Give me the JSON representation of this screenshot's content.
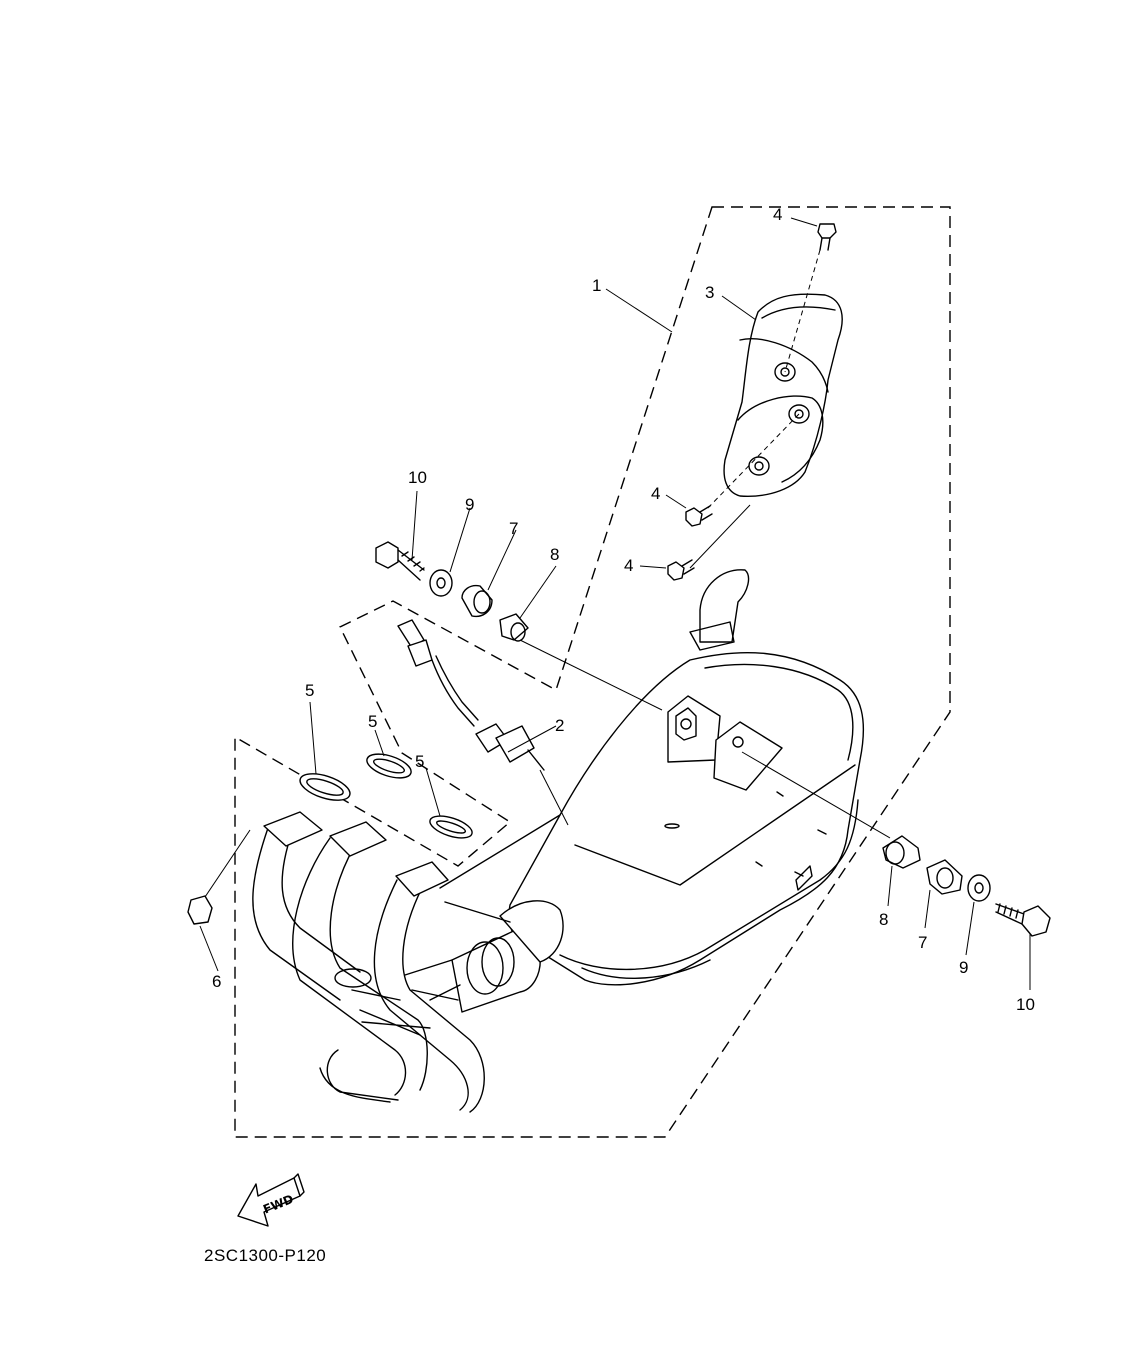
{
  "callouts": {
    "c1": "1",
    "c2": "2",
    "c3": "3",
    "c4a": "4",
    "c4b": "4",
    "c4c": "4",
    "c5a": "5",
    "c5b": "5",
    "c5c": "5",
    "c6": "6",
    "c7a": "7",
    "c7b": "7",
    "c8a": "8",
    "c8b": "8",
    "c9a": "9",
    "c9b": "9",
    "c10a": "10",
    "c10b": "10"
  },
  "fwd_label": "FWD",
  "diagram_code": "2SC1300-P120",
  "icons": {
    "fwd": "fwd-arrow-icon"
  }
}
